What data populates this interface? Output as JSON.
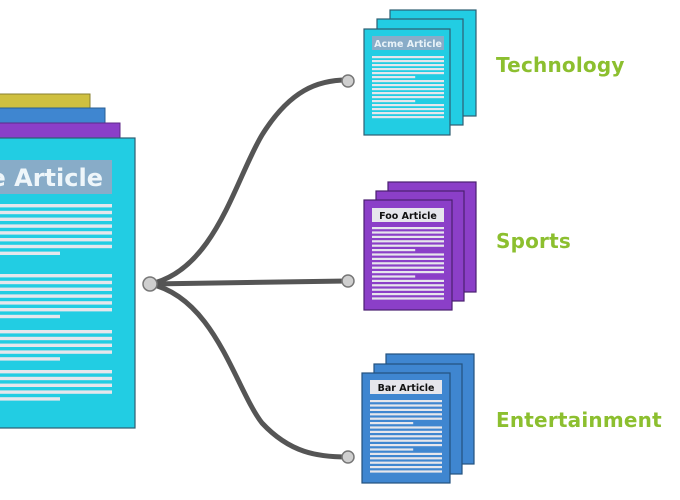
{
  "source_document": {
    "title": "e Article",
    "stack_colors": [
      "#cfc040",
      "#3f86d0",
      "#8b3fc8",
      "#22cde3"
    ]
  },
  "categories": [
    {
      "label": "Technology",
      "article_title": "Acme Article",
      "doc_color": "#22cde3",
      "title_bg": "#88acc8",
      "title_text_color": "#e8f2f8"
    },
    {
      "label": "Sports",
      "article_title": "Foo Article",
      "doc_color": "#8b3fc8",
      "title_bg": "#e6e6ec",
      "title_text_color": "#111111"
    },
    {
      "label": "Entertainment",
      "article_title": "Bar Article",
      "doc_color": "#3f86d0",
      "title_bg": "#e6e6ec",
      "title_text_color": "#111111"
    }
  ],
  "colors": {
    "label": "#8cbf2f",
    "connector": "#555555",
    "node": "#cfcfcf",
    "node_stroke": "#777777",
    "doc_stroke": "#2e5e72",
    "text_line": "#e6e6ec"
  }
}
